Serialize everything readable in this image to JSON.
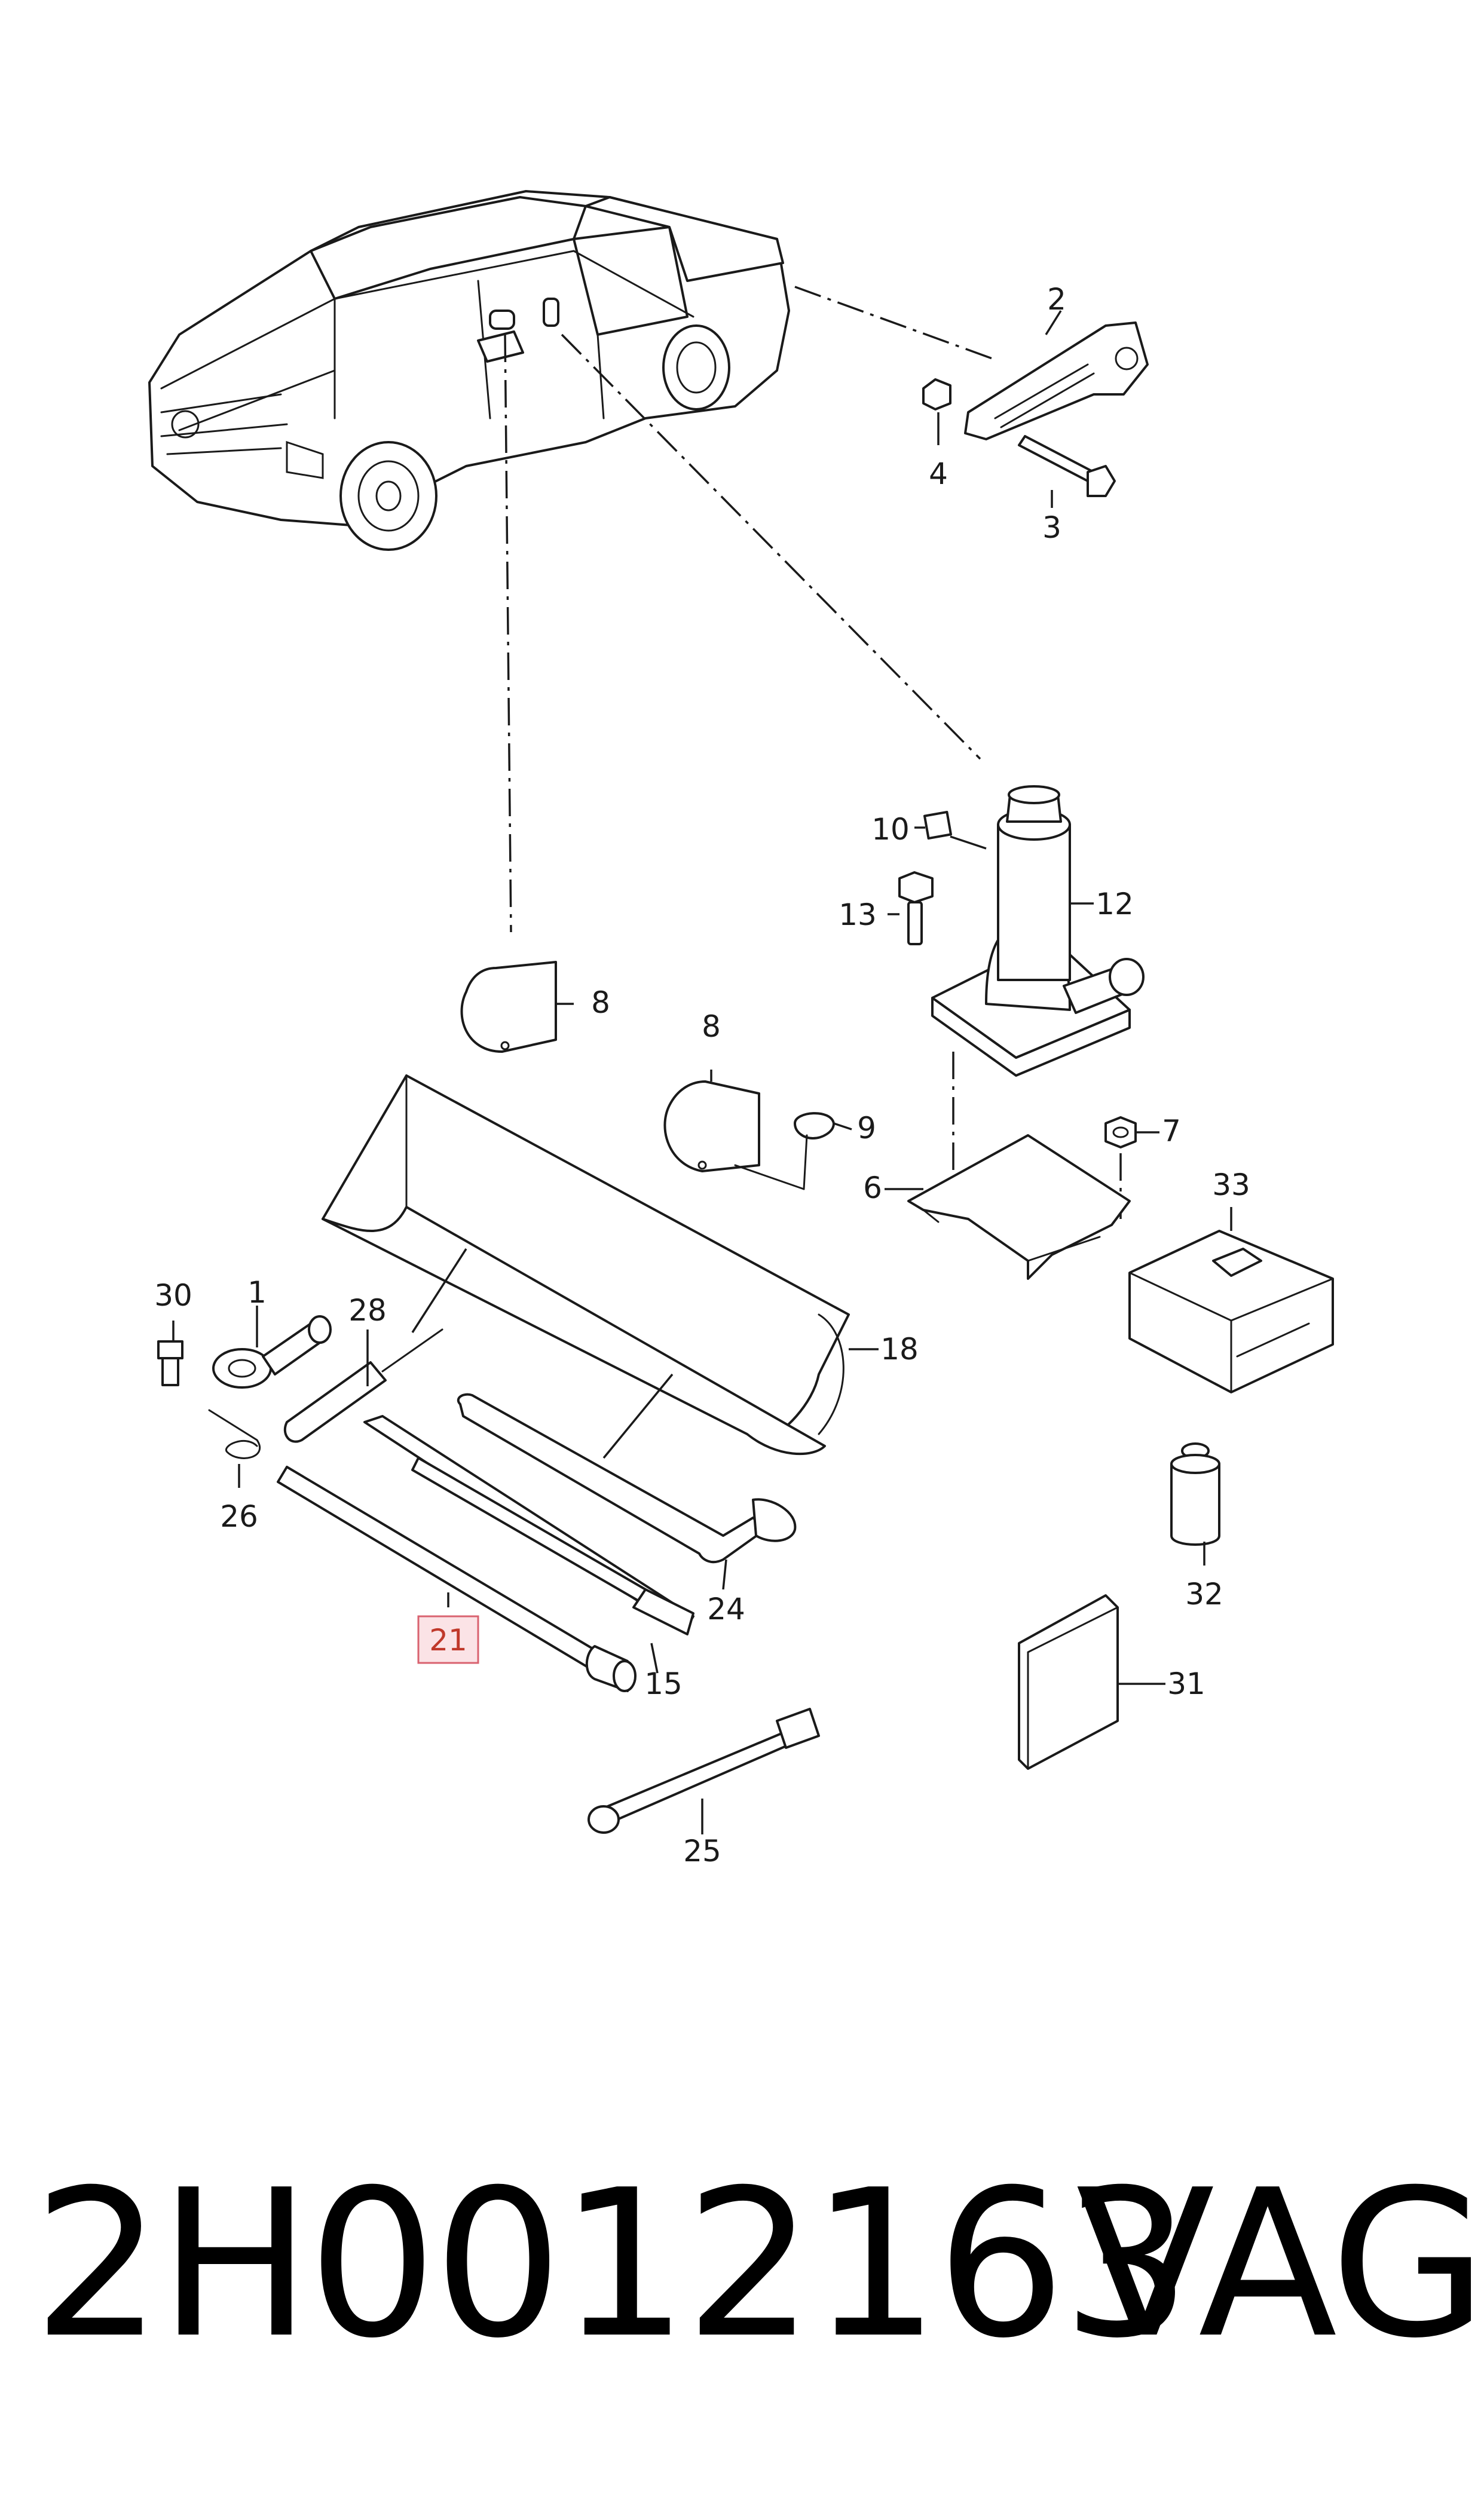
{
  "callouts": {
    "c1": "1",
    "c2": "2",
    "c3": "3",
    "c4": "4",
    "c6": "6",
    "c7": "7",
    "c8a": "8",
    "c8b": "8",
    "c9": "9",
    "c10": "10",
    "c12": "12",
    "c13": "13",
    "c15": "15",
    "c18": "18",
    "c21": "21",
    "c24": "24",
    "c25": "25",
    "c26": "26",
    "c28": "28",
    "c30": "30",
    "c31": "31",
    "c32": "32",
    "c33": "33"
  },
  "highlighted_callout": "21",
  "highlight_color": "#d9626f",
  "footer": {
    "part_number": "2H0012163",
    "brand": "VAG"
  }
}
